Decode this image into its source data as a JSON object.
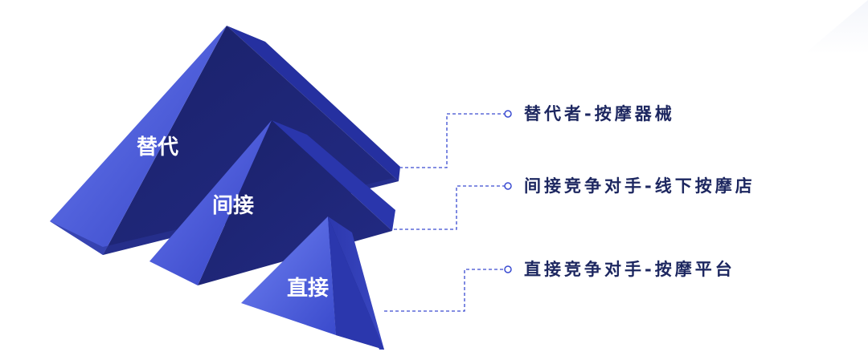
{
  "layers": [
    {
      "label": "替代",
      "callout": "替代者-按摩器械"
    },
    {
      "label": "间接",
      "callout": "间接竞争对手-线下按摩店"
    },
    {
      "label": "直接",
      "callout": "直接竞争对手-按摩平台"
    }
  ],
  "colors": {
    "prism_front_light": "#5a6ce6",
    "prism_front_dark": "#2e3ab8",
    "prism_side": "#2a36a8",
    "prism_top": "#232c8c",
    "prism_inner": "#1d2570",
    "callout_text": "#1d2760",
    "leader": "#3a4bd1"
  }
}
